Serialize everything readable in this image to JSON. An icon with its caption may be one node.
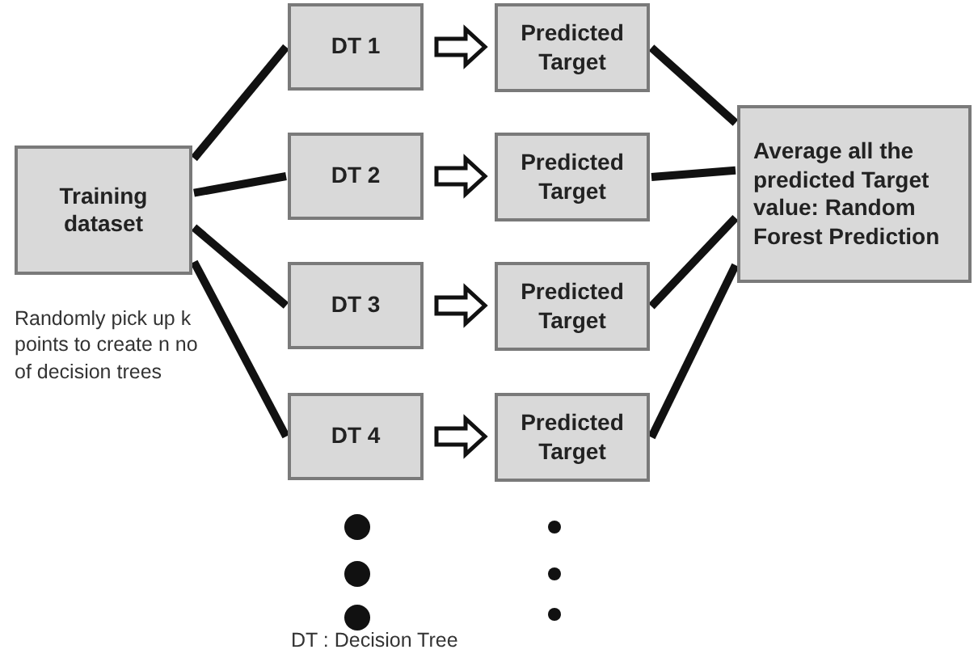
{
  "diagram": {
    "nodes": [
      {
        "text": [
          "Training dataset"
        ]
      },
      {
        "text": [
          "DT 1"
        ]
      },
      {
        "text": [
          "Predicted Target"
        ]
      },
      {
        "text": [
          "DT 2"
        ]
      },
      {
        "text": [
          "Predicted Target"
        ]
      },
      {
        "text": [
          "DT 3"
        ]
      },
      {
        "text": [
          "Predicted Target"
        ]
      },
      {
        "text": [
          "DT 4"
        ]
      },
      {
        "text": [
          "Predicted Target"
        ]
      },
      {
        "text": [
          "Average all the predicted Target value: Random Forest Prediction"
        ]
      }
    ],
    "edges": [
      {
        "from": 0,
        "to": 1,
        "arrow": "none"
      },
      {
        "from": 0,
        "to": 3,
        "arrow": "none"
      },
      {
        "from": 0,
        "to": 5,
        "arrow": "none"
      },
      {
        "from": 0,
        "to": 7,
        "arrow": "none"
      },
      {
        "from": 1,
        "to": 2,
        "arrow": "to"
      },
      {
        "from": 3,
        "to": 4,
        "arrow": "to"
      },
      {
        "from": 5,
        "to": 6,
        "arrow": "to"
      },
      {
        "from": 7,
        "to": 8,
        "arrow": "to"
      },
      {
        "from": 2,
        "to": 9,
        "arrow": "none"
      },
      {
        "from": 4,
        "to": 9,
        "arrow": "none"
      },
      {
        "from": 6,
        "to": 9,
        "arrow": "none"
      },
      {
        "from": 8,
        "to": 9,
        "arrow": "none"
      }
    ],
    "labels": [
      "Randomly pick up k points to create n no of decision trees",
      "DT : Decision Tree"
    ]
  }
}
